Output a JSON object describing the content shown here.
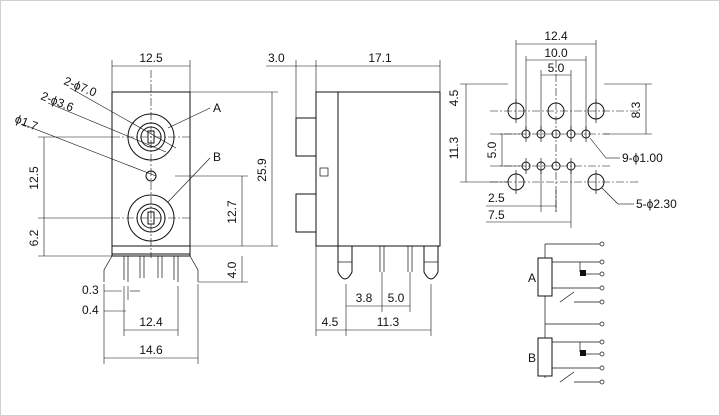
{
  "front_view": {
    "dims": {
      "top_width": "12.5",
      "height_total": "25.9",
      "pitch": "12.5",
      "bottom_offset": "6.2",
      "jack_b_height": "12.7",
      "lead_length": "4.0",
      "lead_thickness": "0.3",
      "lead_width": "0.4",
      "lead_span": "12.4",
      "base_width": "14.6"
    },
    "callouts": {
      "d70": "2-ϕ7.0",
      "d36": "2-ϕ3.6",
      "d17": "ϕ1.7",
      "label_a": "A",
      "label_b": "B"
    }
  },
  "side_view": {
    "dims": {
      "offset": "3.0",
      "depth": "17.1",
      "pin_pitch_1": "3.8",
      "pin_pitch_2": "5.0",
      "front_offset": "4.5",
      "pin_span": "11.3"
    }
  },
  "footprint": {
    "dims": {
      "outer_width": "12.4",
      "inner_width": "10.0",
      "center_width": "5.0",
      "top_offset": "4.5",
      "right_height": "8.3",
      "total_height": "11.3",
      "row_pitch": "5.0",
      "bottom_offset": "2.5",
      "bottom_span": "7.5"
    },
    "callouts": {
      "small_holes": "9-ϕ1.00",
      "large_holes": "5-ϕ2.30"
    }
  },
  "schematic": {
    "label_a": "A",
    "label_b": "B"
  }
}
